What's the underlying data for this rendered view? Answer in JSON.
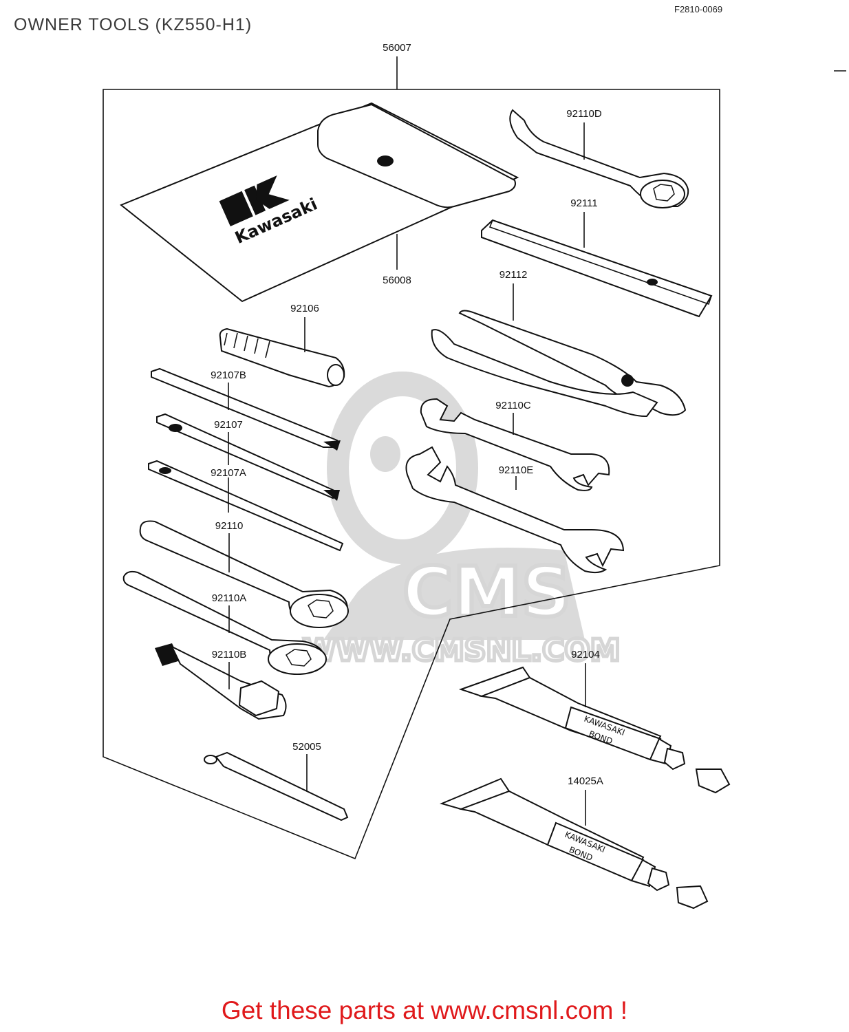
{
  "header": {
    "title": "OWNER TOOLS (KZ550-H1)",
    "drawing_code": "F2810-0069"
  },
  "watermark": {
    "logo_text": "CMS",
    "url_text": "WWW.CMSNL.COM"
  },
  "parts": {
    "p56007": "56007",
    "p56008": "56008",
    "p92110D": "92110D",
    "p92111": "92111",
    "p92112": "92112",
    "p92106": "92106",
    "p92107B": "92107B",
    "p92107": "92107",
    "p92107A": "92107A",
    "p92110C": "92110C",
    "p92110E": "92110E",
    "p92110": "92110",
    "p92110A": "92110A",
    "p92110B": "92110B",
    "p92104": "92104",
    "p14025A": "14025A",
    "p52005": "52005"
  },
  "pouch": {
    "brand": "Kawasaki"
  },
  "tubes": {
    "line1": "KAWASAKI",
    "line2": "BOND"
  },
  "footer": {
    "link_text": "Get these parts at www.cmsnl.com !"
  }
}
